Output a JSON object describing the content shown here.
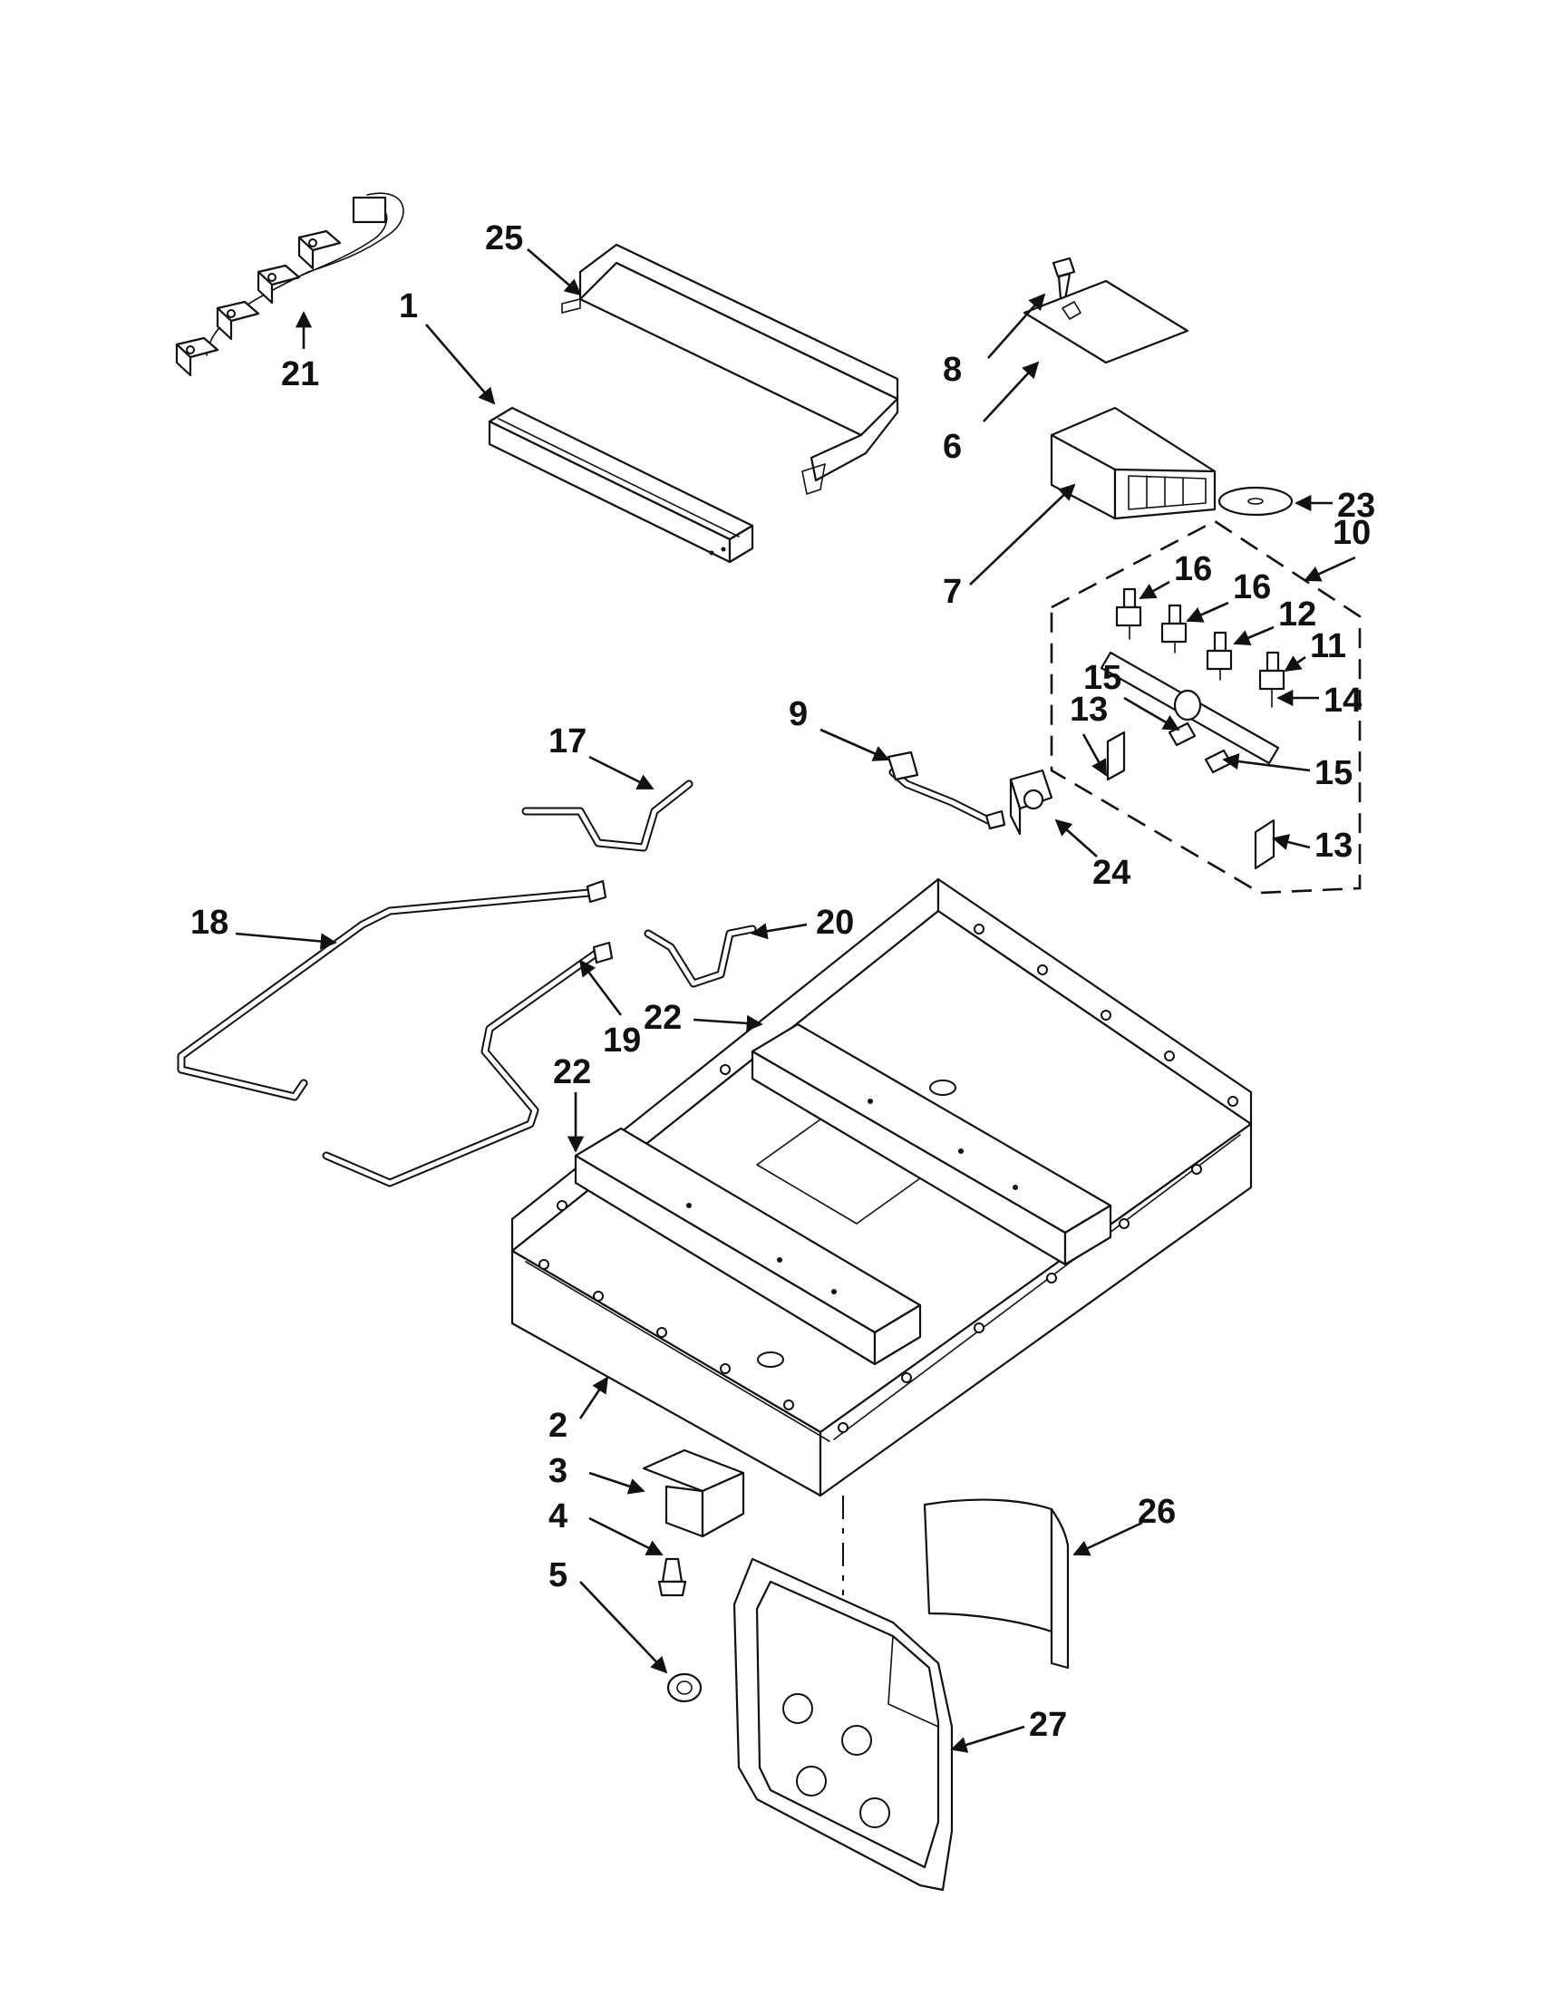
{
  "diagram": {
    "callouts": [
      "1",
      "2",
      "3",
      "4",
      "5",
      "6",
      "7",
      "8",
      "9",
      "10",
      "11",
      "12",
      "13",
      "13",
      "14",
      "15",
      "15",
      "16",
      "16",
      "17",
      "18",
      "19",
      "20",
      "21",
      "22",
      "22",
      "23",
      "24",
      "25",
      "26",
      "27"
    ]
  }
}
